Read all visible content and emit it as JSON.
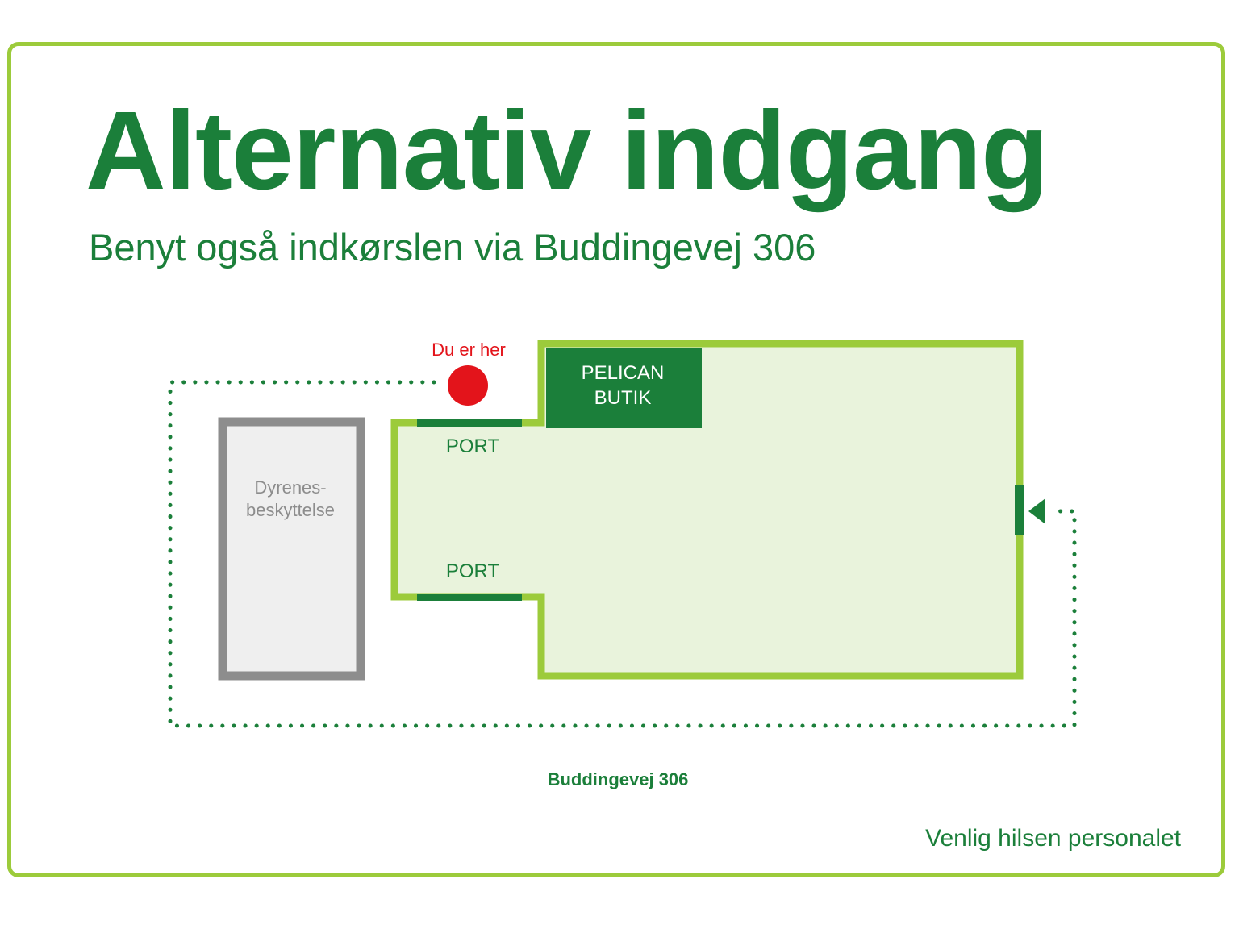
{
  "sign": {
    "title": "Alternativ indgang",
    "subtitle": "Benyt også indkørslen via Buddingevej 306",
    "footer": "Venlig hilsen personalet"
  },
  "map": {
    "you_are_here": "Du er her",
    "shop_line1": "PELICAN",
    "shop_line2": "BUTIK",
    "port_top": "PORT",
    "port_bottom": "PORT",
    "neighbor_line1": "Dyrenes-",
    "neighbor_line2": "beskyttelse",
    "road": "Buddingevej 306"
  },
  "colors": {
    "dark_green": "#1b7f3a",
    "light_green": "#9ccb3b",
    "building_fill": "#e9f3dc",
    "marker_red": "#e3141b",
    "neighbor_gray": "#8d8d8d"
  },
  "icons": {
    "marker": "red-dot-icon",
    "entrance": "triangle-arrow-left-icon"
  }
}
